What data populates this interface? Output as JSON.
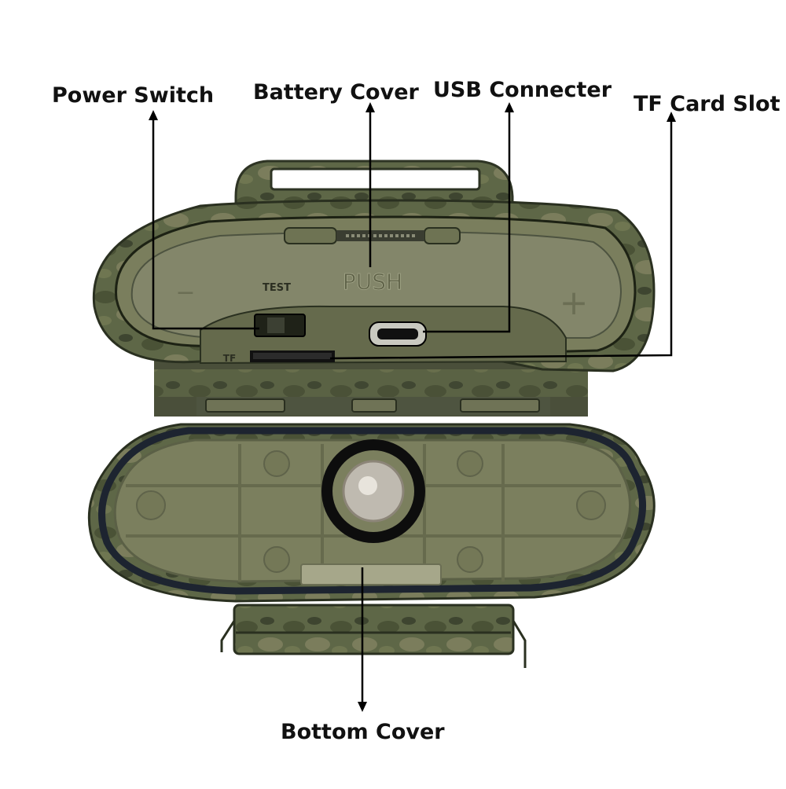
{
  "callouts": {
    "power_switch": "Power Switch",
    "battery_cover": "Battery Cover",
    "usb_connecter": "USB Connecter",
    "tf_card_slot": "TF Card Slot",
    "bottom_cover": "Bottom Cover"
  },
  "device_markings": {
    "push": "PUSH",
    "test": "TEST",
    "tf": "TF",
    "minus": "−",
    "plus": "+"
  },
  "colors": {
    "camo_dark": "#4f5a3c",
    "camo_mid": "#6b7552",
    "camo_light": "#8a8d68",
    "inner_tray": "#7b7f5e",
    "gasket": "#1d2430",
    "leader_line": "#000000"
  }
}
